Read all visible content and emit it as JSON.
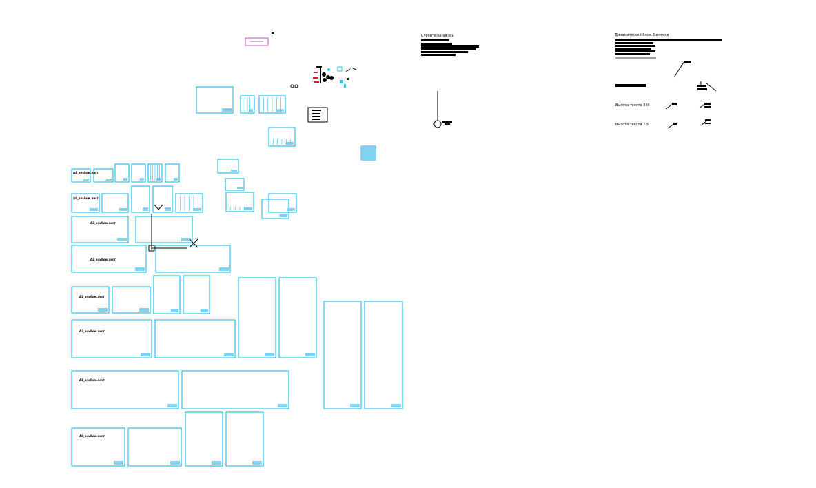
{
  "colors": {
    "background": "#ffffff",
    "sheet_frame": "#29c3f0",
    "sheet_fill": "#7fd3f0",
    "ink": "#000000",
    "red": "#d0202a",
    "magenta": "#d040d0"
  },
  "tool_palette_axis": {
    "title": "Строительная ось"
  },
  "tool_palette_leader": {
    "title": "Динамический блок. Выноска",
    "text_height_30": "Высота текста 3.0",
    "text_height_25": "Высота текста 2.5"
  },
  "sheets": [
    {
      "label": ""
    },
    {
      "label": ""
    },
    {
      "label": ""
    },
    {
      "label": ""
    },
    {
      "label": ""
    },
    {
      "label": ""
    },
    {
      "label": ""
    },
    {
      "label": ""
    },
    {
      "label": ""
    },
    {
      "label": ""
    },
    {
      "label": ""
    },
    {
      "label": ""
    },
    {
      "label": ""
    },
    {
      "label": ""
    },
    {
      "label": ""
    },
    {
      "label": ""
    },
    {
      "label": ""
    },
    {
      "label": ""
    },
    {
      "label": ""
    },
    {
      "label": ""
    },
    {
      "label": ""
    },
    {
      "label": ""
    },
    {
      "label": ""
    },
    {
      "label": ""
    },
    {
      "label": ""
    },
    {
      "label": ""
    },
    {
      "label": ""
    },
    {
      "label": ""
    },
    {
      "label": ""
    },
    {
      "label": ""
    },
    {
      "label": ""
    },
    {
      "label": ""
    },
    {
      "label": ""
    },
    {
      "label": ""
    },
    {
      "label": ""
    }
  ],
  "sheet_labels": {
    "a3_landscape": "А3_альбом.лист",
    "a3_landscape_2": "А3_альбом.лист",
    "a2_landscape": "А2_альбом.лист",
    "a2_landscape_2": "А2_альбом.лист",
    "a1_landscape": "А1_альбом.лист",
    "a0_landscape": "А0_альбом.лист",
    "a4_landscape": "А4_альбом.лист",
    "a4_landscape_2": "А4_альбом.лист"
  },
  "cursor": {
    "type": "crosshair"
  }
}
